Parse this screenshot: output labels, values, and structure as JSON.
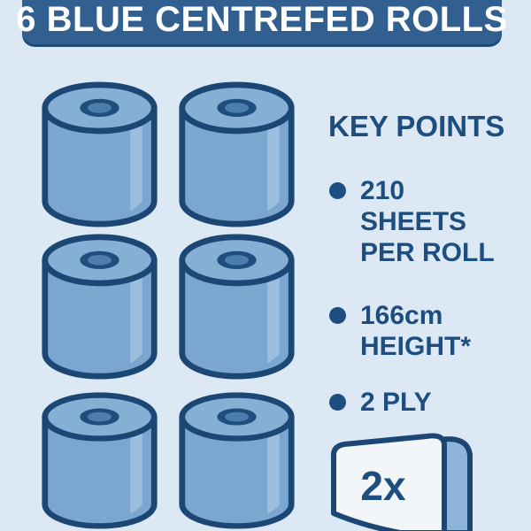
{
  "header": {
    "title": "6 BLUE CENTREFED ROLLS"
  },
  "illustration": {
    "icon": "paper-roll-icon",
    "roll_count": 6,
    "rows": 3,
    "columns": 2
  },
  "key_points": {
    "heading": "KEY POINTS",
    "bullets": [
      {
        "lines": [
          "210",
          "SHEETS",
          "PER ROLL"
        ]
      },
      {
        "lines": [
          "166cm",
          "HEIGHT*"
        ]
      },
      {
        "lines": [
          "2 PLY"
        ]
      }
    ]
  },
  "sheet_badge": {
    "label": "2x",
    "icon": "folded-sheet-icon"
  },
  "colors": {
    "background": "#dce9f5",
    "banner_bg": "#315f90",
    "banner_shadow": "#1e4a78",
    "banner_text": "#ffffff",
    "text_navy": "#1d4e7f",
    "roll_outline": "#1c4775",
    "roll_body": "#7ba6cf",
    "roll_top": "#86afd6",
    "roll_highlight": "#9bbedf",
    "roll_hole_ring": "#1f4d7c",
    "roll_hole_inner": "#4c7dad",
    "sheet_fill": "#f3f6f9",
    "sheet_fold": "#8fb4d9"
  }
}
